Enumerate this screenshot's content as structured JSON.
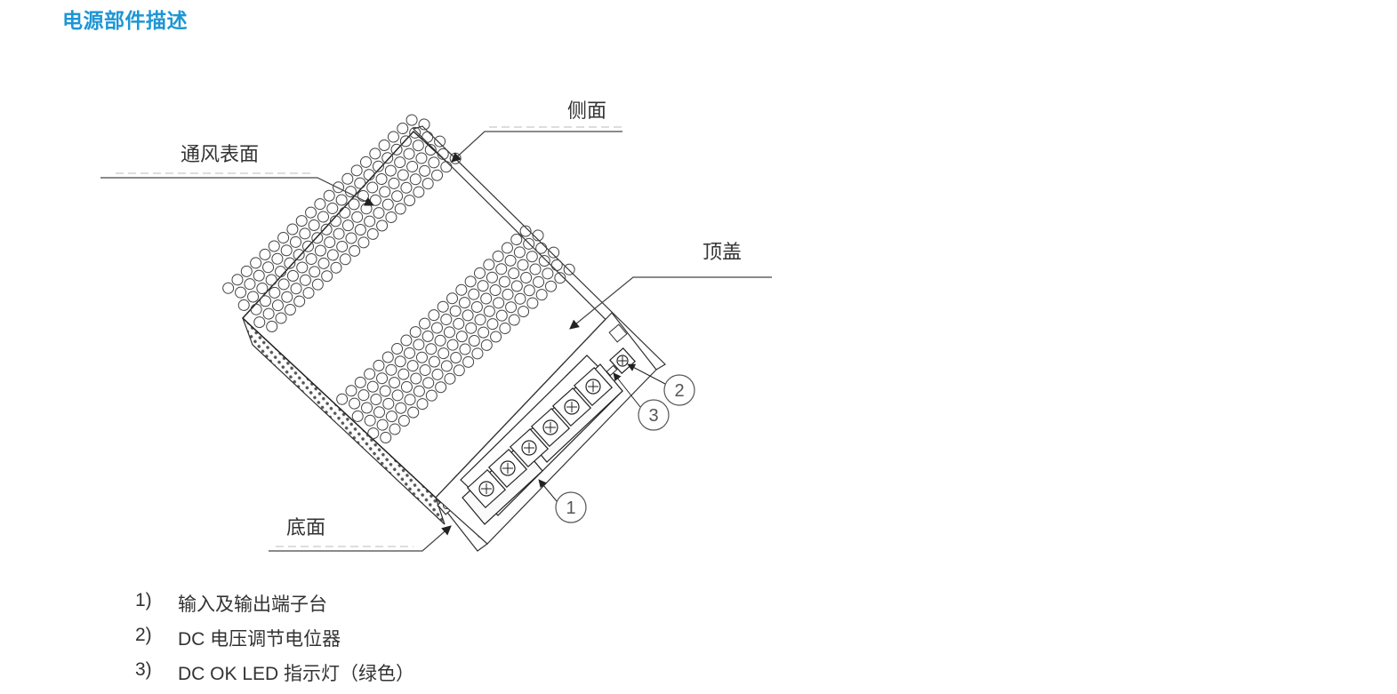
{
  "section": {
    "title": "电源部件描述"
  },
  "diagram": {
    "labels": {
      "side": "侧面",
      "vent": "通风表面",
      "top_cover": "顶盖",
      "bottom": "底面"
    },
    "callouts": [
      "1",
      "2",
      "3"
    ]
  },
  "legend": [
    {
      "num": "1)",
      "text": "输入及输出端子台"
    },
    {
      "num": "2)",
      "text": "DC 电压调节电位器"
    },
    {
      "num": "3)",
      "text": "DC OK LED 指示灯（绿色）"
    }
  ]
}
